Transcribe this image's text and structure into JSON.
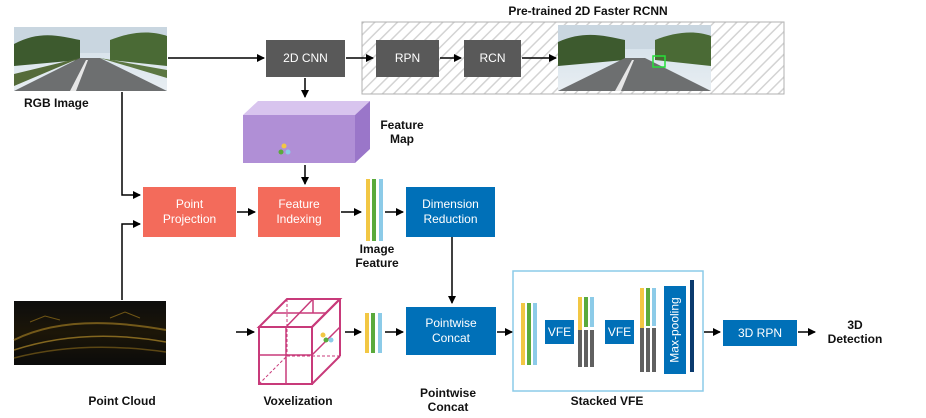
{
  "labels": {
    "pretrained_title": "Pre-trained 2D Faster RCNN",
    "rgb_image": "RGB Image",
    "feature_map": "Feature\nMap",
    "image_feature": "Image\nFeature",
    "point_cloud": "Point Cloud",
    "voxelization": "Voxelization",
    "pointwise_concat_caption": "Pointwise\nConcat",
    "stacked_vfe": "Stacked VFE",
    "detection_3d": "3D\nDetection"
  },
  "blocks": {
    "cnn2d": "2D CNN",
    "rpn": "RPN",
    "rcn": "RCN",
    "point_projection": "Point\nProjection",
    "feature_indexing": "Feature\nIndexing",
    "dimension_reduction": "Dimension\nReduction",
    "pointwise_concat": "Pointwise\nConcat",
    "vfe1": "VFE",
    "vfe2": "VFE",
    "max_pooling": "Max-pooling",
    "rpn3d": "3D RPN"
  },
  "colors": {
    "dark_block": "#595959",
    "salmon_block": "#f36b5b",
    "blue_block": "#0070b8",
    "feature_map": "#b08fd6",
    "voxel": "#c83a7a",
    "bar_yellow": "#f2c744",
    "bar_green": "#5aaa3c",
    "bar_lightblue": "#8ccbe8",
    "bar_gray": "#606060"
  }
}
